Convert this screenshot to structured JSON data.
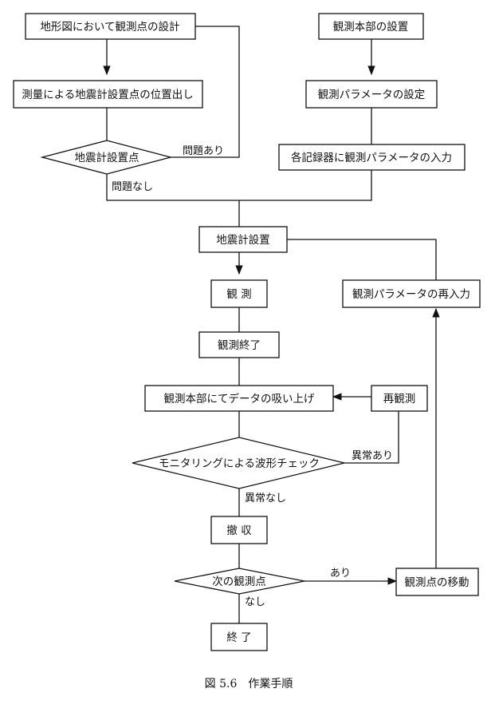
{
  "nodes": {
    "n1": "地形図において観測点の設計",
    "n2": "測量による地震計設置点の位置出し",
    "n3": "地震計設置点",
    "n4": "観測本部の設置",
    "n5": "観測パラメータの設定",
    "n6": "各記録器に観測パラメータの入力",
    "n7": "地震計設置",
    "n8": "観 測",
    "n9": "観測パラメータの再入力",
    "n10": "観測終了",
    "n11": "観測本部にてデータの吸い上げ",
    "n12": "再観測",
    "n13": "モニタリングによる波形チェック",
    "n14": "撤 収",
    "n15": "次の観測点",
    "n16": "観測点の移動",
    "n17": "終 了"
  },
  "edge_labels": {
    "problem_yes": "問題あり",
    "problem_no": "問題なし",
    "abnormal_yes": "異常あり",
    "abnormal_no": "異常なし",
    "next_yes": "あり",
    "next_no": "なし"
  },
  "caption": "図 5.6　作業手順"
}
